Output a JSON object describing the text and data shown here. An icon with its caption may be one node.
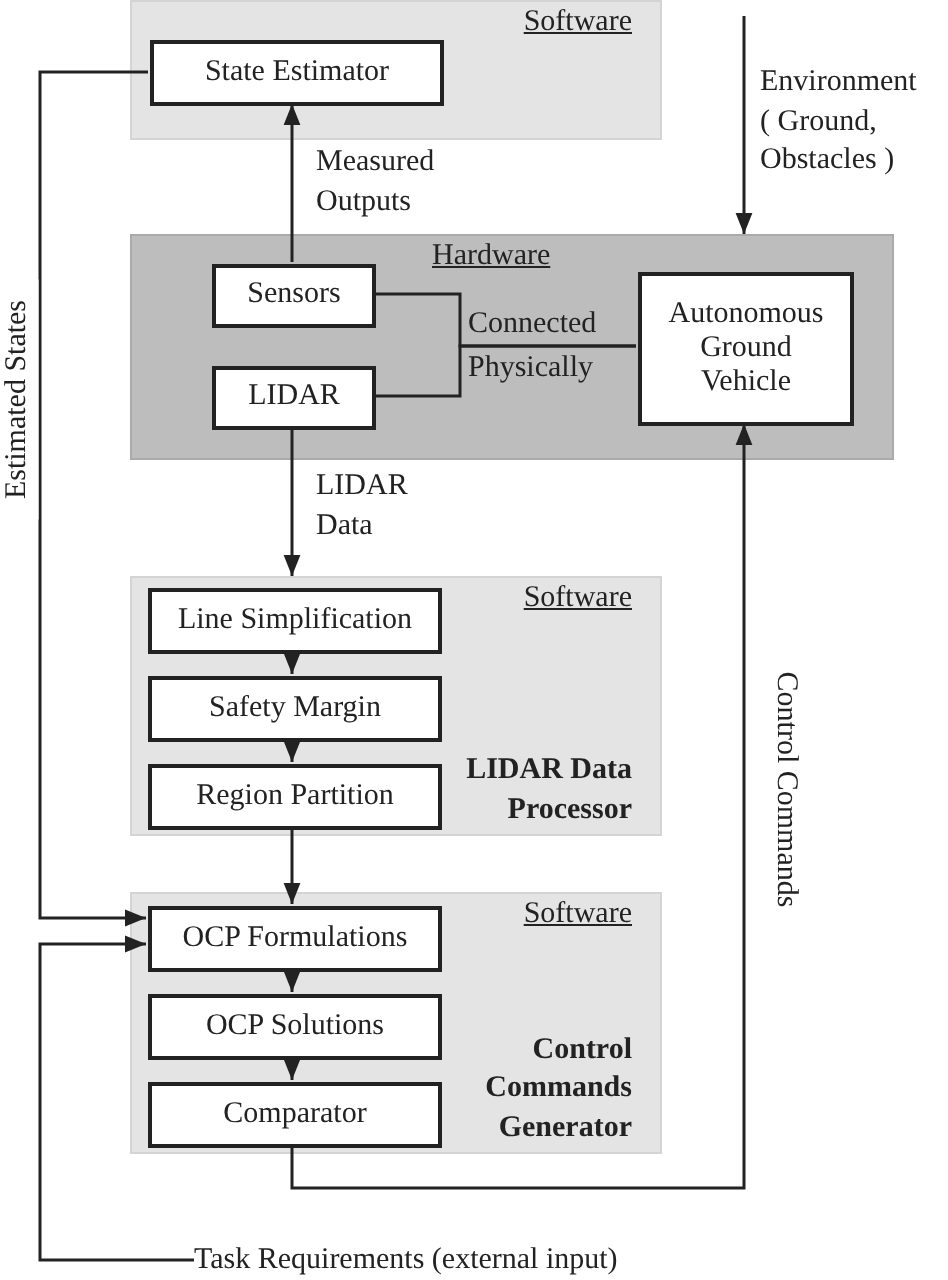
{
  "diagram": {
    "nodes": [
      {
        "text": [
          "Software"
        ]
      },
      {
        "text": [
          "State Estimator"
        ],
        "in": 0
      },
      {
        "text": [
          "Hardware"
        ]
      },
      {
        "text": [
          "Sensors"
        ],
        "in": 2
      },
      {
        "text": [
          "LIDAR"
        ],
        "in": 2
      },
      {
        "text": [
          "Autonomous Ground Vehicle"
        ],
        "in": 2
      },
      {
        "text": [
          "Software",
          "LIDAR Data Processor"
        ]
      },
      {
        "text": [
          "Line Simplification"
        ],
        "in": 6
      },
      {
        "text": [
          "Safety Margin"
        ],
        "in": 6
      },
      {
        "text": [
          "Region Partition"
        ],
        "in": 6
      },
      {
        "text": [
          "Software",
          "Control Commands Generator"
        ]
      },
      {
        "text": [
          "OCP Formulations"
        ],
        "in": 10
      },
      {
        "text": [
          "OCP Solutions"
        ],
        "in": 10
      },
      {
        "text": [
          "Comparator"
        ],
        "in": 10
      },
      {
        "text": [
          "Task Requirements (external input)"
        ]
      }
    ],
    "edges": [
      {
        "from": 3,
        "to": 1,
        "arrow": "to",
        "label": "Measured Outputs"
      },
      {
        "from": 3,
        "to": 5,
        "arrow": "none",
        "label": "Connected Physically"
      },
      {
        "from": 4,
        "to": 5,
        "arrow": "none"
      },
      {
        "from": 4,
        "to": 6,
        "arrow": "to",
        "label": "LIDAR Data"
      },
      {
        "from": 7,
        "to": 8,
        "arrow": "to"
      },
      {
        "from": 8,
        "to": 9,
        "arrow": "to"
      },
      {
        "from": 9,
        "to": 11,
        "arrow": "to"
      },
      {
        "from": 11,
        "to": 12,
        "arrow": "to"
      },
      {
        "from": 12,
        "to": 13,
        "arrow": "to"
      },
      {
        "from": 13,
        "to": 5,
        "arrow": "to",
        "label": "Control Commands"
      },
      {
        "from": 1,
        "to": 11,
        "arrow": "to",
        "label": "Estimated States"
      },
      {
        "from": 14,
        "to": 11,
        "arrow": "to"
      },
      {
        "from": null,
        "to": 2,
        "arrow": "to",
        "label": "Environment ( Ground, Obstacles )"
      }
    ]
  }
}
